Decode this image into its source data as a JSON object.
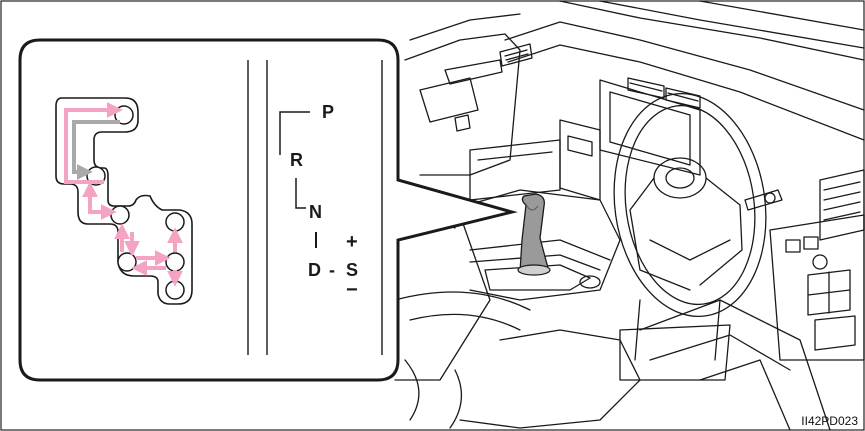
{
  "gate": {
    "park": "P",
    "reverse": "R",
    "neutral": "N",
    "drive": "D",
    "dash": "-",
    "sequential": "S",
    "plus": "+",
    "minus": "−"
  },
  "figure_code": "II42PD023",
  "colors": {
    "pink_arrow": "#f4a3c4",
    "gray_arrow": "#a9a9a9",
    "outline": "#1a1a1a",
    "knob_fill": "#9a9a9a"
  },
  "icons": {
    "shift_pattern": "shift-path-diagram-icon",
    "shift_lever": "shift-lever-icon",
    "steering_wheel": "steering-wheel-icon"
  }
}
